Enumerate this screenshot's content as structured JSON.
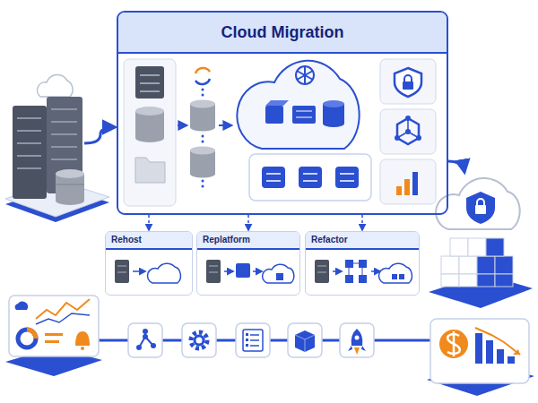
{
  "diagram": {
    "nodes": [
      {
        "text": [
          "Cloud Migration"
        ]
      },
      {
        "text": [
          "Rehost"
        ]
      },
      {
        "text": [
          "Replatform"
        ]
      },
      {
        "text": [
          "Refactor"
        ]
      }
    ],
    "edges": [
      {
        "from": 0,
        "to": 1,
        "arrow": "to"
      },
      {
        "from": 0,
        "to": 2,
        "arrow": "to"
      },
      {
        "from": 0,
        "to": 3,
        "arrow": "to"
      }
    ]
  }
}
